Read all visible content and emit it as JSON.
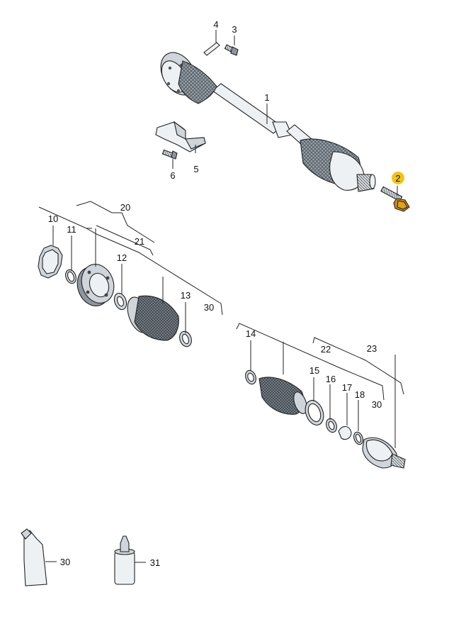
{
  "diagram": {
    "highlight_color": "#f2c418",
    "labels": {
      "l1": "1",
      "l2": "2",
      "l3": "3",
      "l4": "4",
      "l5": "5",
      "l6": "6",
      "l10": "10",
      "l11": "11",
      "l12": "12",
      "l13": "13",
      "l14": "14",
      "l15": "15",
      "l16": "16",
      "l17": "17",
      "l18": "18",
      "l20": "20",
      "l21": "21",
      "l22": "22",
      "l23": "23",
      "l30a": "30",
      "l30b": "30",
      "l30c": "30",
      "l31": "31"
    }
  }
}
